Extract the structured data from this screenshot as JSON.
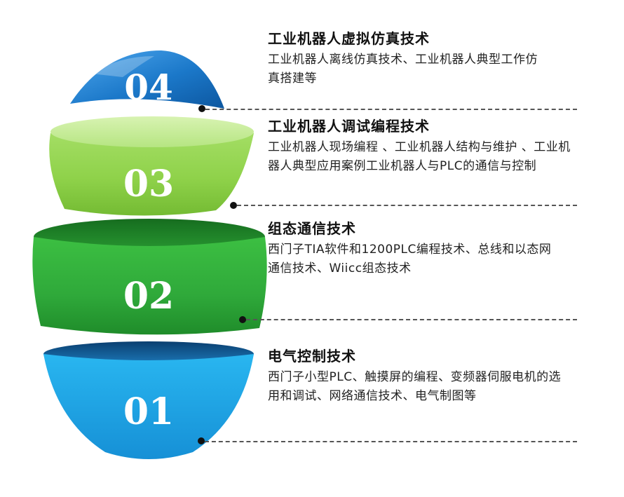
{
  "layers": [
    {
      "number": "04",
      "title": "工业机器人虚拟仿真技术",
      "desc": "工业机器人离线仿真技术、工业机器人典型工作仿真搭建等",
      "color": "#1b78c9"
    },
    {
      "number": "03",
      "title": "工业机器人调试编程技术",
      "desc": "工业机器人现场编程 、工业机器人结构与维护 、工业机器人典型应用案例工业机器人与PLC的通信与控制",
      "color": "#8fd24a"
    },
    {
      "number": "02",
      "title": "组态通信技术",
      "desc": "西门子TIA软件和1200PLC编程技术、总线和以态网通信技术、Wiicc组态技术",
      "color": "#2fa93a"
    },
    {
      "number": "01",
      "title": "电气控制技术",
      "desc": "西门子小型PLC、触摸屏的编程、变频器伺服电机的选用和调试、网络通信技术、电气制图等",
      "color": "#1aa6e6"
    }
  ]
}
